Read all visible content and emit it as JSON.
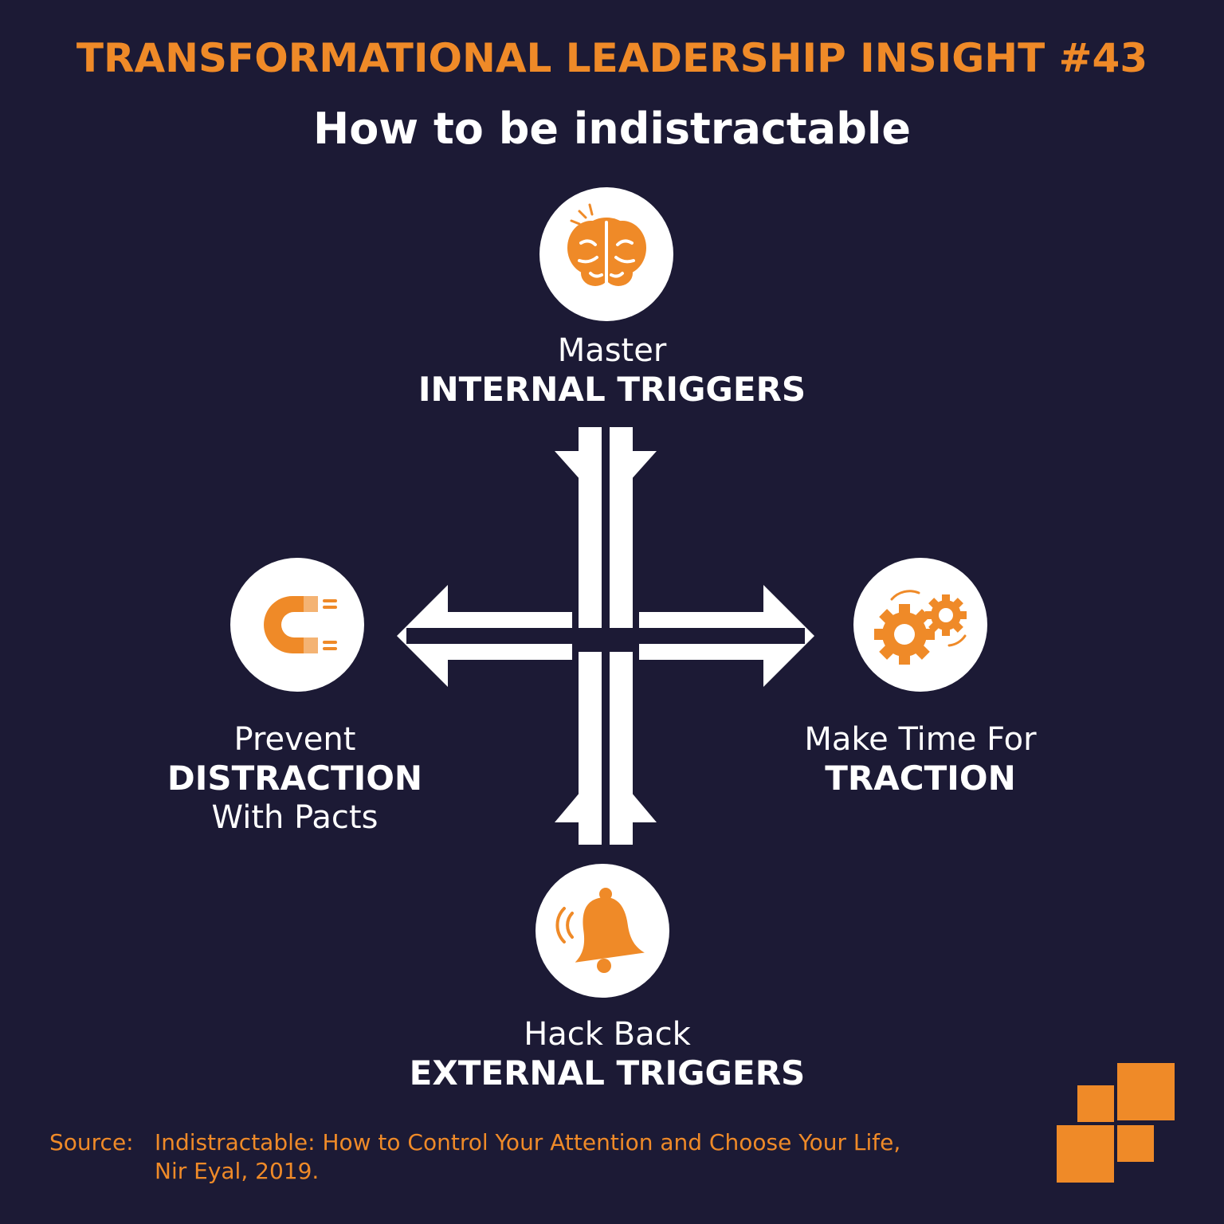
{
  "header": {
    "title": "TRANSFORMATIONAL LEADERSHIP INSIGHT #43",
    "subtitle": "How to be indistractable"
  },
  "nodes": {
    "top": {
      "line1": "Master",
      "line2": "INTERNAL TRIGGERS",
      "icon": "brain-icon"
    },
    "right": {
      "line1": "Make Time For",
      "line2": "TRACTION",
      "icon": "gears-icon"
    },
    "left": {
      "line1": "Prevent",
      "line2": "DISTRACTION",
      "line3": "With Pacts",
      "icon": "magnet-icon"
    },
    "bottom": {
      "line1": "Hack Back",
      "line2": "EXTERNAL TRIGGERS",
      "icon": "bell-icon"
    }
  },
  "source": {
    "label": "Source:",
    "line1": "Indistractable: How to Control Your Attention and Choose Your Life,",
    "line2": "Nir Eyal, 2019."
  },
  "colors": {
    "background": "#1c1a35",
    "accent": "#ef8a28",
    "foreground": "#ffffff"
  }
}
